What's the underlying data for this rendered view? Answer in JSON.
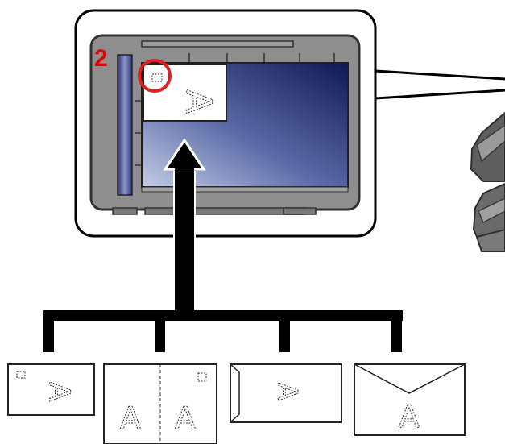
{
  "step_number": "2",
  "colors": {
    "highlight_ring": "#e02020",
    "step_number": "#e00000",
    "glass_dark": "#141a55",
    "glass_light": "#b4c0dc",
    "scanner_body": "#8a8a8a",
    "callout_border": "#000000",
    "arrow": "#000000"
  },
  "originals": [
    {
      "name": "small-card",
      "glyph": "A",
      "orientation": "rotated-90"
    },
    {
      "name": "open-book",
      "glyph": "A",
      "orientation": "upright"
    },
    {
      "name": "envelope-side-flap",
      "glyph": "A",
      "orientation": "rotated-90"
    },
    {
      "name": "envelope-top-flap",
      "glyph": "A",
      "orientation": "upright"
    }
  ],
  "scan_original_glyph": "A"
}
